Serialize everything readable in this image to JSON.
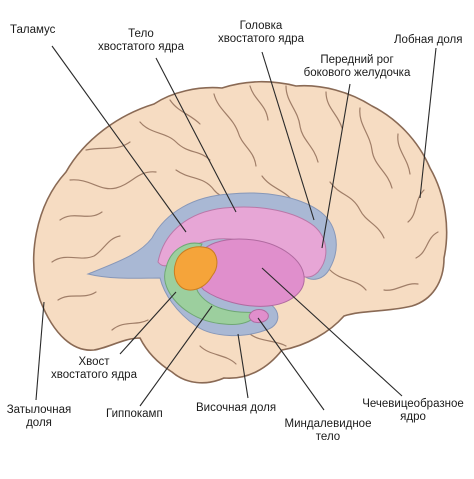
{
  "labels": {
    "thalamus": "Таламус",
    "caudate_body": [
      "Тело",
      "хвостатого ядра"
    ],
    "caudate_head": [
      "Головка",
      "хвостатого ядра"
    ],
    "frontal_lobe": "Лобная доля",
    "anterior_horn": [
      "Передний рог",
      "бокового желудочка"
    ],
    "caudate_tail": [
      "Хвост",
      "хвостатого ядра"
    ],
    "occipital_lobe": [
      "Затылочная",
      "доля"
    ],
    "hippocampus": "Гиппокамп",
    "temporal_lobe": "Височная доля",
    "amygdala": [
      "Миндалевидное",
      "тело"
    ],
    "lentiform": [
      "Чечевицеобразное",
      "ядро"
    ]
  },
  "colors": {
    "brain_fill": "#f6dcc2",
    "brain_outline": "#8a6a55",
    "sulcus": "#a07e68",
    "ventricle": "#a9b8d4",
    "caudate": "#e7a6d6",
    "lentiform": "#e08fcc",
    "thalamus": "#f5a43a",
    "hippocampus": "#9ccf9e",
    "leader_line": "#2a2a2a"
  }
}
